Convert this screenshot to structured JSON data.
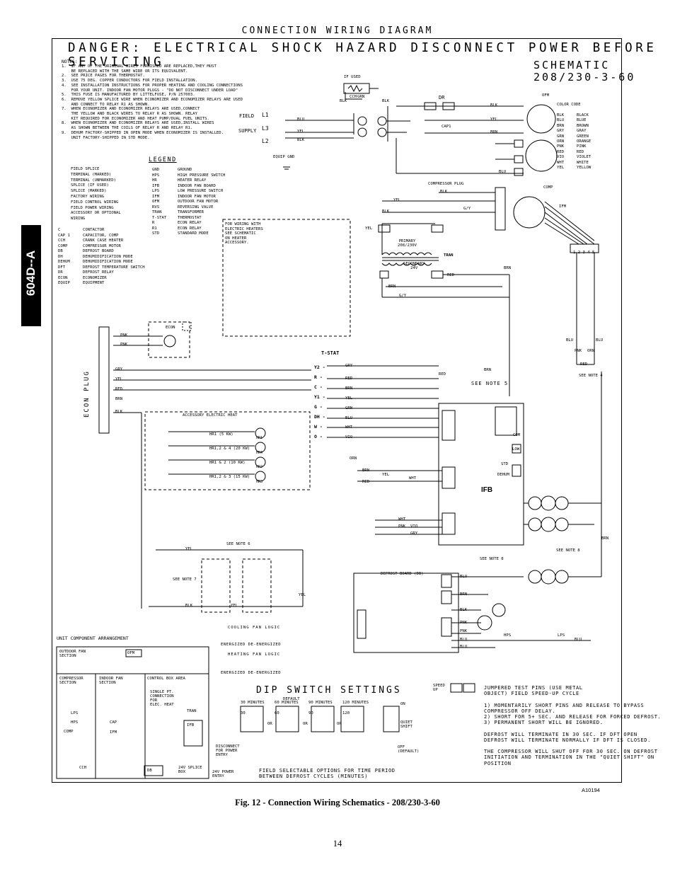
{
  "header": {
    "title": "CONNECTION WIRING DIAGRAM",
    "danger": "DANGER: ELECTRICAL SHOCK HAZARD DISCONNECT POWER BEFORE SERVICING",
    "schematic_line1": "SCHEMATIC",
    "schematic_line2": "208/230-3-60"
  },
  "side_tab": "604D--A",
  "notes": {
    "title": "NOTES:",
    "text": "1.  IF ANY OF THE ORIGINAL WIRES FURNISHED ARE REPLACED,THEY MUST\n    BE REPLACED WITH THE SAME WIRE OR ITS EQUIVALENT.\n2.  SEE PRICE PAGES FOR THERMOSTAT.\n3.  USE 75 DEG. COPPER CONDUCTORS FOR FIELD INSTALLATION.\n4.  SEE INSTALLATION INSTRUCTIONS FOR PROPER HEATING AND COOLING CONNECTIONS\n    FOR YOUR UNIT. INDOOR FAN MOTOR PLUGS - \"DO NOT DISCONNECT UNDER LOAD\"\n5.  THIS FUSE IS MANUFACTURED BY LITTELFUSE, P/N 257003.\n6.  REMOVE YELLOW SPLICE WIRE WHEN ECONOMIZER AND ECONOMIZER RELAYS ARE USED\n    AND CONNECT TO RELAY R1 AS SHOWN.\n7.  WHEN ECONOMIZER AND ECONOMIZER RELAYS ARE USED,CONNECT\n    THE YELLOW AND BLACK WIRES TO RELAY R AS SHOWN. RELAY\n    KIT REQUIRED FOR ECONOMIZER AND HEAT PUMP/DUAL FUEL UNITS.\n8.  WHEN ECONOMIZER AND ECONOMIZER RELAYS ARE USED,INSTALL WIRES\n    AS SHOWN BETWEEN THE COILS OF RELAY R AND RELAY R1.\n9.  DEHUM FACTORY-SHIPPED IN OPEN MODE WHEN ECONOMIZER IS INSTALLED.\n    UNIT FACTORY-SHIPPED IN STD MODE."
  },
  "legend": {
    "title": "LEGEND",
    "symbols": [
      "FIELD SPLICE",
      "TERMINAL (MARKED)",
      "TERMINAL (UNMARKED)",
      "SPLICE (IF USED)",
      "SPLICE (MARKED)",
      "FACTORY WIRING",
      "FIELD CONTROL WIRING",
      "FIELD POWER WIRING",
      "ACCESSORY OR OPTIONAL",
      "WIRING"
    ],
    "abbr_right": [
      [
        "GND",
        "GROUND"
      ],
      [
        "HPS",
        "HIGH PRESSURE SWITCH"
      ],
      [
        "HR",
        "HEATER RELAY"
      ],
      [
        "IFB",
        "INDOOR FAN BOARD"
      ],
      [
        "LPS",
        "LOW PRESSURE SWITCH"
      ],
      [
        "IFM",
        "INDOOR FAN MOTOR"
      ],
      [
        "OFM",
        "OUTDOOR FAN MOTOR"
      ],
      [
        "RVS",
        "REVERSING VALVE"
      ],
      [
        "TRAN",
        "TRANSFORMER"
      ],
      [
        "T-STAT",
        "THERMOSTAT"
      ],
      [
        "R",
        "ECON RELAY"
      ],
      [
        "R1",
        "ECON RELAY"
      ],
      [
        "STD",
        "STANDARD MODE"
      ]
    ],
    "abbr_left": [
      [
        "C",
        "CONTACTOR"
      ],
      [
        "CAP 1",
        "CAPACITOR, COMP"
      ],
      [
        "CCH",
        "CRANK CASE HEATER"
      ],
      [
        "COMP",
        "COMPRESSOR MOTOR"
      ],
      [
        "DB",
        "DEFROST BOARD"
      ],
      [
        "DH",
        "DEHUMIDIFICATION MODE"
      ],
      [
        "DEHUM",
        "DEHUMIDIFICATION MODE"
      ],
      [
        "DFT",
        "DEFROST TEMPERATURE SWITCH"
      ],
      [
        "DR",
        "DEFROST RELAY"
      ],
      [
        "ECON",
        "ECONOMIZER"
      ],
      [
        "EQUIP",
        "EQUIPMENT"
      ]
    ]
  },
  "color_code": {
    "title": "COLOR CODE",
    "items": [
      [
        "BLK",
        "BLACK"
      ],
      [
        "BLU",
        "BLUE"
      ],
      [
        "BRN",
        "BROWN"
      ],
      [
        "GRY",
        "GRAY"
      ],
      [
        "GRN",
        "GREEN"
      ],
      [
        "ORN",
        "ORANGE"
      ],
      [
        "PNK",
        "PINK"
      ],
      [
        "RED",
        "RED"
      ],
      [
        "VIO",
        "VIOLET"
      ],
      [
        "WHT",
        "WHITE"
      ],
      [
        "YEL",
        "YELLOW"
      ]
    ]
  },
  "labels": {
    "if_used": "IF USED",
    "cch": "CCH",
    "field": "FIELD",
    "supply": "SUPPLY",
    "l1": "L1",
    "l2": "L2",
    "l3": "L3",
    "equip_gnd": "EQUIP GND",
    "dr": "DR",
    "ofm": "OFM",
    "cap1": "CAP1",
    "comp": "COMP",
    "compressor_plug": "COMPRESSOR PLUG",
    "ifm": "IFM",
    "primary": "PRIMARY\n208/230V",
    "secondary": "SECONDARY\n24V",
    "tran": "TRAN",
    "electric_heaters": "FOR WIRING WITH\nELECTRIC HEATERS\nSEE SCHEMATIC\nON HEATER\nACCESSORY.",
    "econ_plug": "ECON PLUG",
    "econ": "ECON",
    "accessory_heat": "ACCESSORY ELECTRIC HEAT",
    "tstat": "T-STAT",
    "tstat_terms": [
      "Y2",
      "R",
      "C",
      "Y1",
      "G",
      "DH",
      "W",
      "O"
    ],
    "see_note_5": "SEE NOTE 5",
    "see_note_4": "SEE NOTE 4",
    "see_note_6": "SEE NOTE 6",
    "see_note_7": "SEE NOTE 7",
    "see_note_8a": "SEE NOTE 8",
    "see_note_8b": "SEE NOTE 8",
    "ifb": "IFB",
    "std": "STD",
    "dehum": "DEHUM",
    "low": "LOW",
    "com": "COM",
    "defrost_board": "DEFROST BOARD (DB)",
    "hps": "HPS",
    "lps": "LPS",
    "ifm_plug_pins": "1 2 3 4 5",
    "heater_rows": [
      "HR1 (5 KW)",
      "HR1,2 & 4 (20 KW)",
      "HR1 & 2 (10 KW)",
      "HR1,2 & 3 (15 KW)"
    ],
    "heater_relays": [
      "HR1",
      "HR4",
      "HR2",
      "HR3"
    ],
    "fig_id": "A10194"
  },
  "wire_colors": {
    "blk": "BLK",
    "yel": "YEL",
    "brn": "BRN",
    "blu": "BLU",
    "red": "RED",
    "gry": "GRY",
    "grn": "GRN",
    "orn": "ORN",
    "wht": "WHT",
    "pnk": "PNK",
    "vio": "VIO",
    "gy": "G/Y"
  },
  "fan_logic": {
    "cooling_title": "COOLING FAN LOGIC",
    "cooling_row": "ENERGIZED DE-ENERGIZED",
    "heating_title": "HEATING FAN LOGIC",
    "heating_row": "ENERGIZED DE-ENERGIZED"
  },
  "unit_arrangement": {
    "title": "UNIT COMPONENT ARRANGEMENT",
    "outdoor_fan": "OUTDOOR FAN\nSECTION",
    "ofm": "OFM",
    "compressor": "COMPRESSOR\nSECTION",
    "indoor_fan": "INDOOR FAN\nSECTION",
    "control_box": "CONTROL BOX AREA",
    "single_pt": "SINGLE PT.\nCONNECTION\nFOR\nELEC. HEAT",
    "tran": "TRAN",
    "ifb": "IFB",
    "lps": "LPS",
    "hps": "HPS",
    "comp": "COMP",
    "cap": "CAP",
    "ifm": "IFM",
    "cch": "CCH",
    "db": "DB",
    "splice_box": "24V SPLICE\nBOX",
    "disconnect": "DISCONNECT\nFOR POWER\nENTRY",
    "power_entry": "24V POWER\nENTRY"
  },
  "dip": {
    "title": "DIP SWITCH SETTINGS",
    "options": [
      "30 MINUTES",
      "60 MINUTES",
      "90 MINUTES",
      "120 MINUTES"
    ],
    "values": [
      "30",
      "60",
      "90",
      "120"
    ],
    "or": "OR",
    "default": "DEFAULT",
    "on": "ON",
    "off_default": "OFF\n(DEFAULT)",
    "quiet_shift": "QUIET\nSHIFT",
    "caption": "FIELD SELECTABLE OPTIONS FOR TIME PERIOD\nBETWEEN DEFROST CYCLES (MINUTES)",
    "speed_up": "SPEED\nUP",
    "notes": [
      "JUMPERED TEST PINS (USE METAL",
      "OBJECT) FIELD SPEED-UP CYCLE",
      "",
      "1) MOMENTARILY SHORT PINS AND RELEASE TO BYPASS",
      "   COMPRESSOR OFF DELAY.",
      "2) SHORT FOR 5+ SEC. AND RELEASE FOR FORCED DEFROST.",
      "3) PERMANENT SHORT WILL BE IGNORED.",
      "",
      "DEFROST WILL TERMINATE IN 30 SEC. IF DFT OPEN",
      "DEFROST WILL TERMINATE NORMALLY IF DFT IS CLOSED.",
      "",
      "THE COMPRESSOR WILL SHUT OFF FOR 30 SEC. ON DEFROST",
      "INITIATION AND TERMINATION IN THE \"QUIET SHIFT\" ON",
      "POSITION"
    ]
  },
  "footer": {
    "caption": "Fig. 12 - Connection Wiring Schematics - 208/230-3-60",
    "page": "14"
  }
}
